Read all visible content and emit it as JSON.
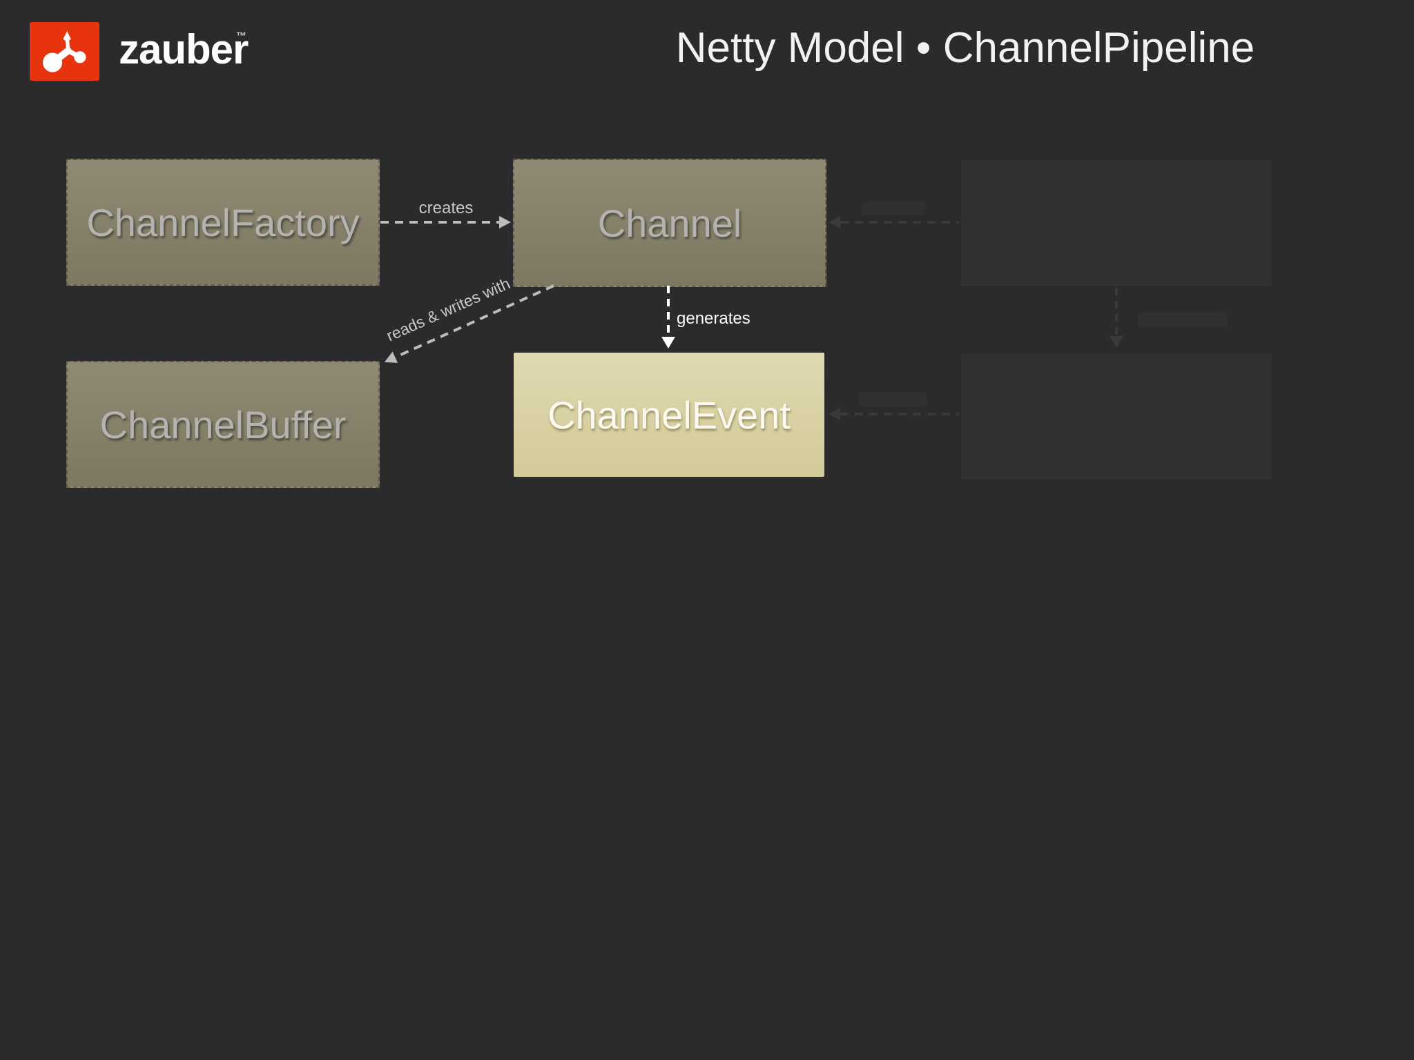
{
  "page": {
    "background": "#2b2b2d"
  },
  "brand": {
    "name": "zauber",
    "trademark": "™",
    "tile_color": "#e8330f",
    "icon": "molecule-icon"
  },
  "title": "Netty Model • ChannelPipeline",
  "diagram": {
    "boxes": [
      {
        "id": "channel-factory",
        "label": "ChannelFactory",
        "variant": "olive"
      },
      {
        "id": "channel",
        "label": "Channel",
        "variant": "olive"
      },
      {
        "id": "channel-buffer",
        "label": "ChannelBuffer",
        "variant": "olive"
      },
      {
        "id": "channel-event",
        "label": "ChannelEvent",
        "variant": "cream"
      },
      {
        "id": "ghost-top-right",
        "label": "",
        "variant": "ghost"
      },
      {
        "id": "ghost-bottom-right",
        "label": "",
        "variant": "ghost"
      }
    ],
    "edges": [
      {
        "id": "creates",
        "label": "creates",
        "from": "ChannelFactory",
        "to": "Channel"
      },
      {
        "id": "generates",
        "label": "generates",
        "from": "Channel",
        "to": "ChannelEvent"
      },
      {
        "id": "reads-writes",
        "label": "reads & writes with",
        "from": "Channel",
        "to": "ChannelBuffer"
      }
    ],
    "colors": {
      "olive_box": "#87826b",
      "cream_box": "#d8d1a5",
      "ghost_box": "#302f32",
      "arrow_gray": "#bcbcbc",
      "arrow_white": "#ffffff",
      "box_text": "#b5b3b1",
      "cream_text": "#fcfaf0"
    }
  }
}
